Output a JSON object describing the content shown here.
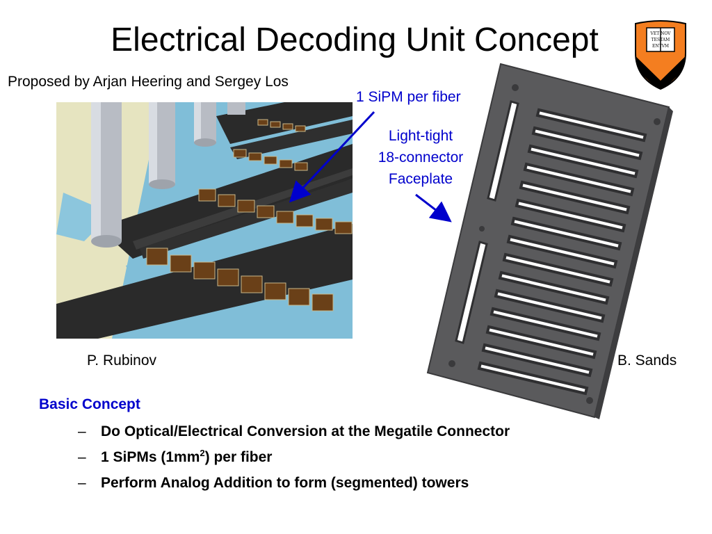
{
  "slide": {
    "title": "Electrical Decoding Unit Concept",
    "subtitle": "Proposed by Arjan Heering and Sergey Los"
  },
  "annotations": {
    "sipm_label": "1 SiPM per fiber",
    "faceplate_lines": [
      "Light-tight",
      "18-connector",
      "Faceplate"
    ]
  },
  "credits": {
    "left": "P. Rubinov",
    "right": "B. Sands"
  },
  "concept": {
    "heading": "Basic Concept",
    "dash": "–",
    "bullets": [
      "Do Optical/Electrical Conversion at the Megatile Connector",
      {
        "pre": "1 SiPMs (1mm",
        "sup": "2",
        "post": ") per fiber"
      },
      "Perform Analog Addition to form (segmented) towers"
    ]
  },
  "logo": {
    "name": "princeton-shield",
    "banner_text": [
      "VET NOV",
      "TESTAM",
      "ENTVM"
    ]
  },
  "colors": {
    "accent_blue": "#0000cc",
    "shield_orange": "#f47e20",
    "faceplate_gray": "#555557"
  }
}
